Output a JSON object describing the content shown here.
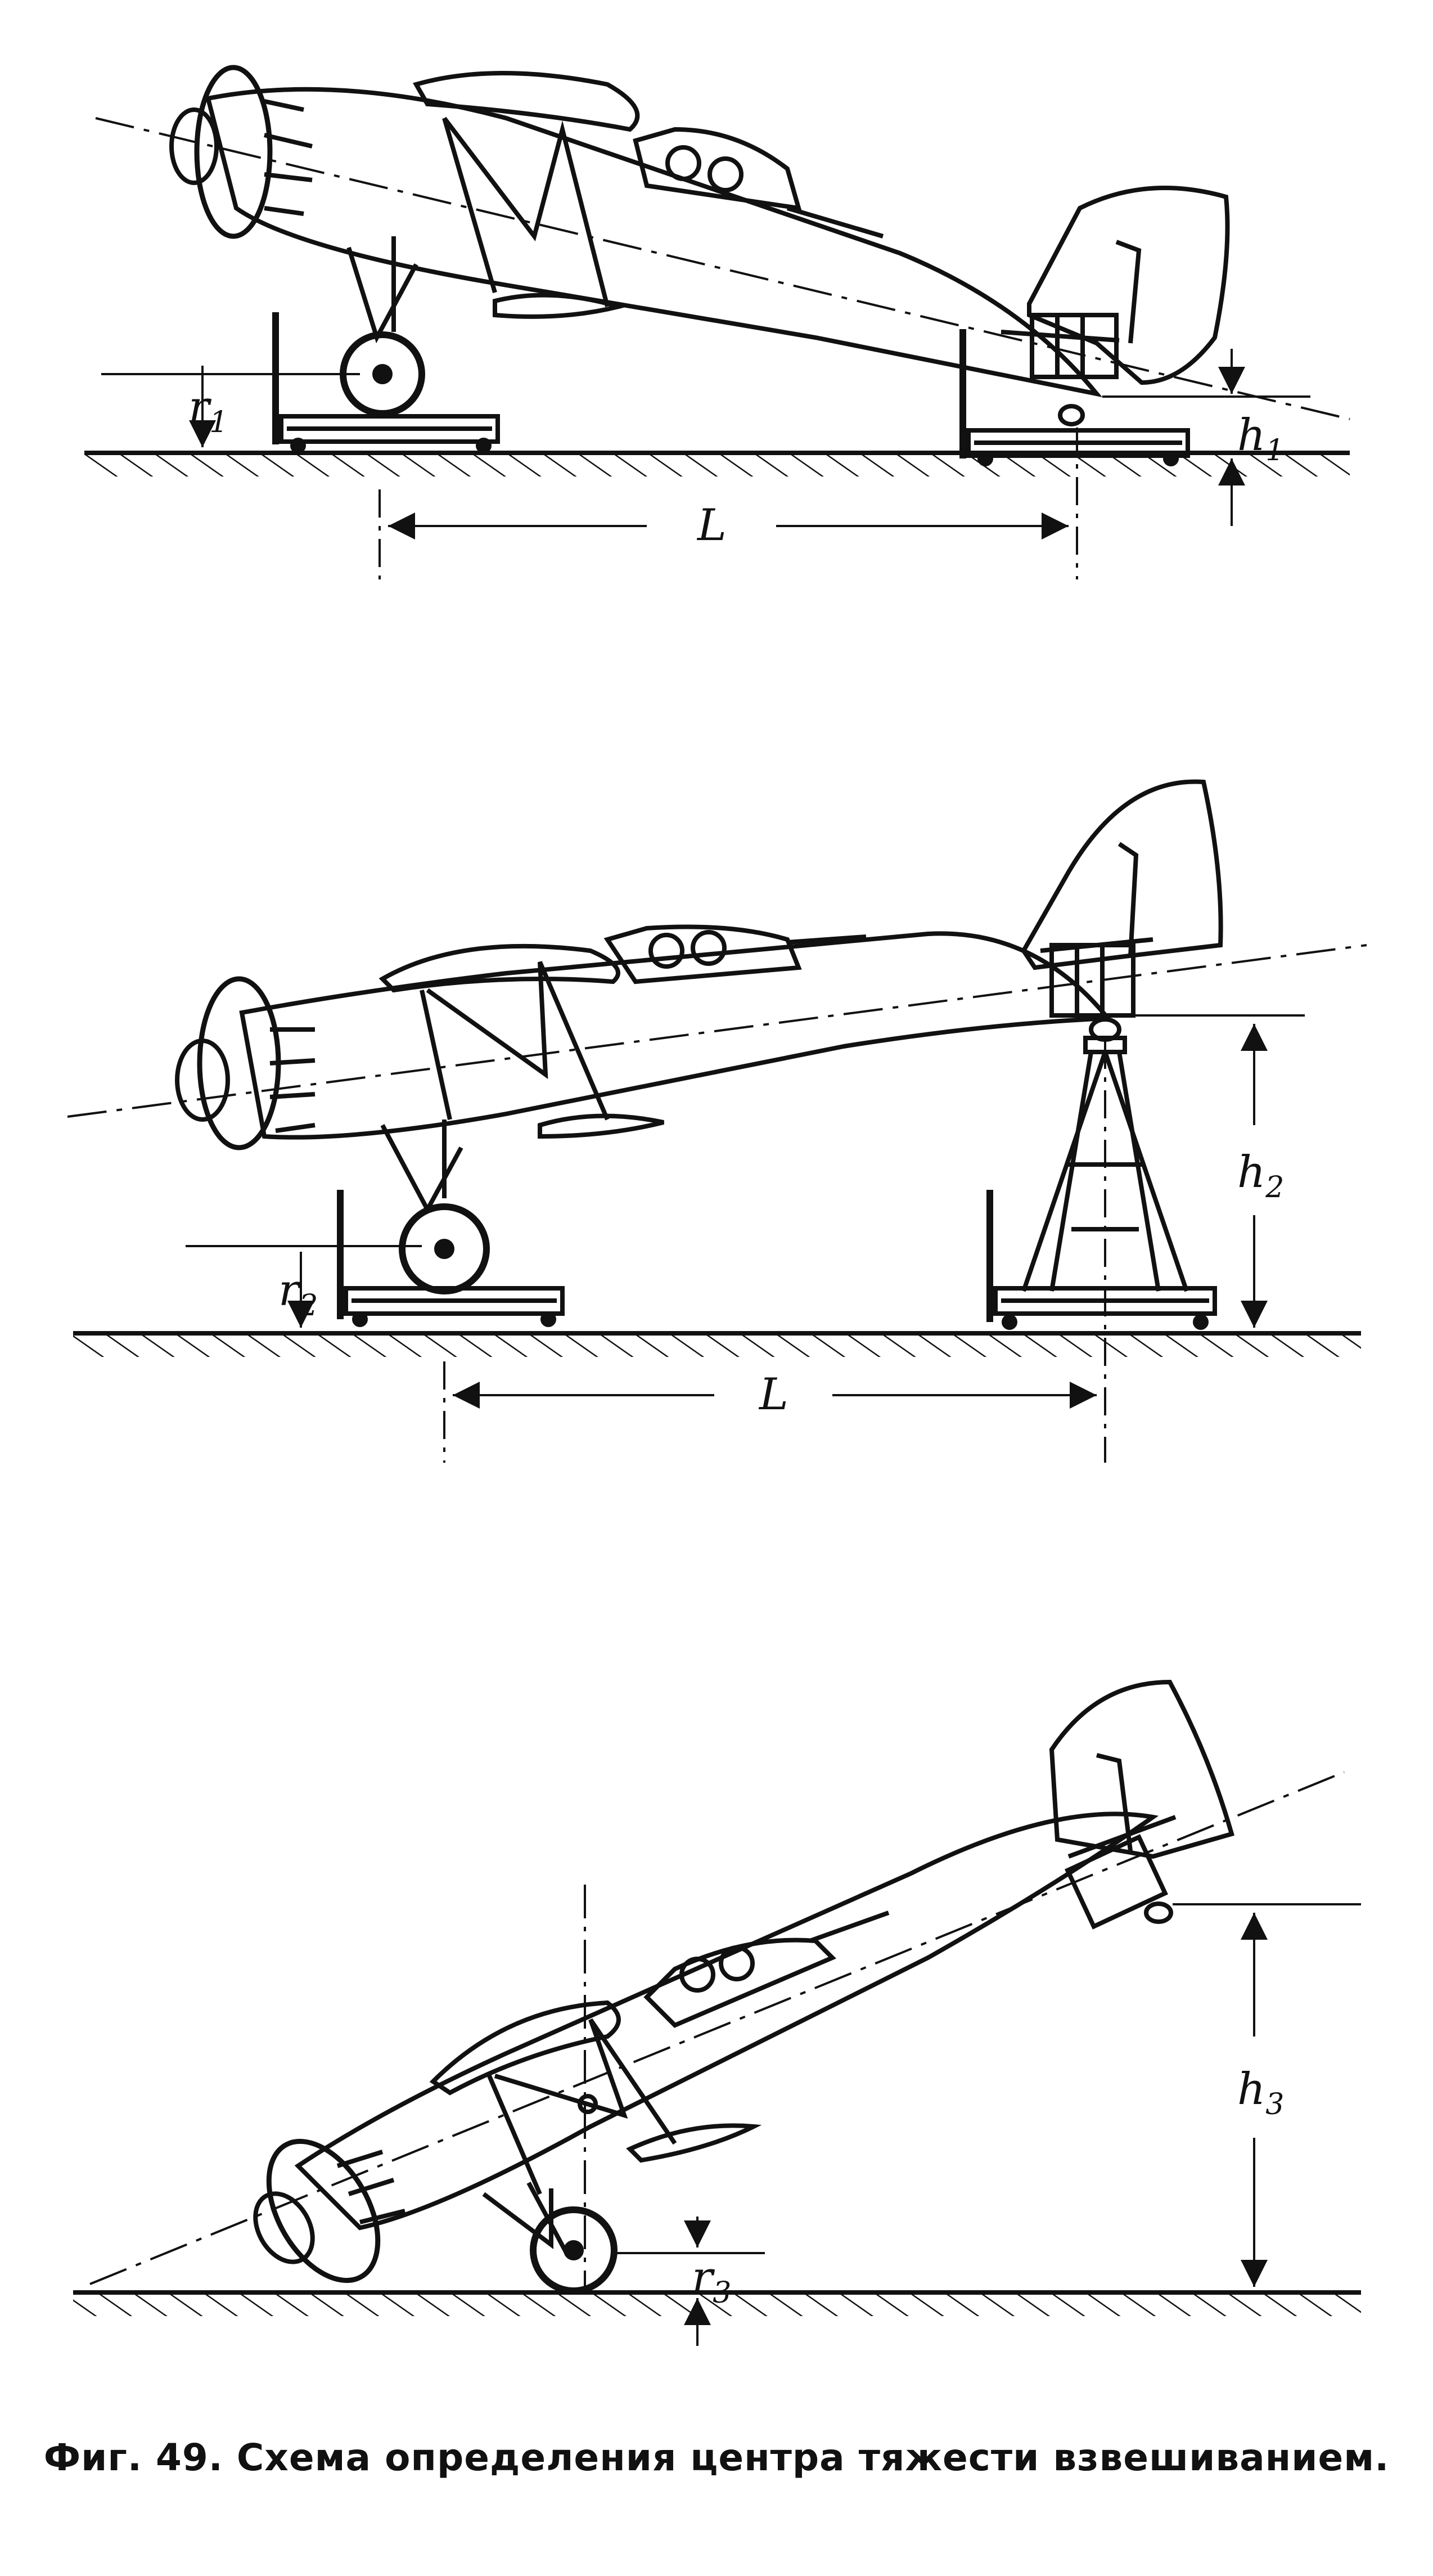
{
  "labels": {
    "panel1": {
      "r": "r",
      "r_sub": "1",
      "h": "h",
      "h_sub": "1",
      "L": "L"
    },
    "panel2": {
      "r": "r",
      "r_sub": "2",
      "h": "h",
      "h_sub": "2",
      "L": "L"
    },
    "panel3": {
      "r": "r",
      "r_sub": "3",
      "h": "h",
      "h_sub": "3"
    }
  },
  "caption": "Фиг. 49. Схема определения центра тяжести взвешиванием."
}
